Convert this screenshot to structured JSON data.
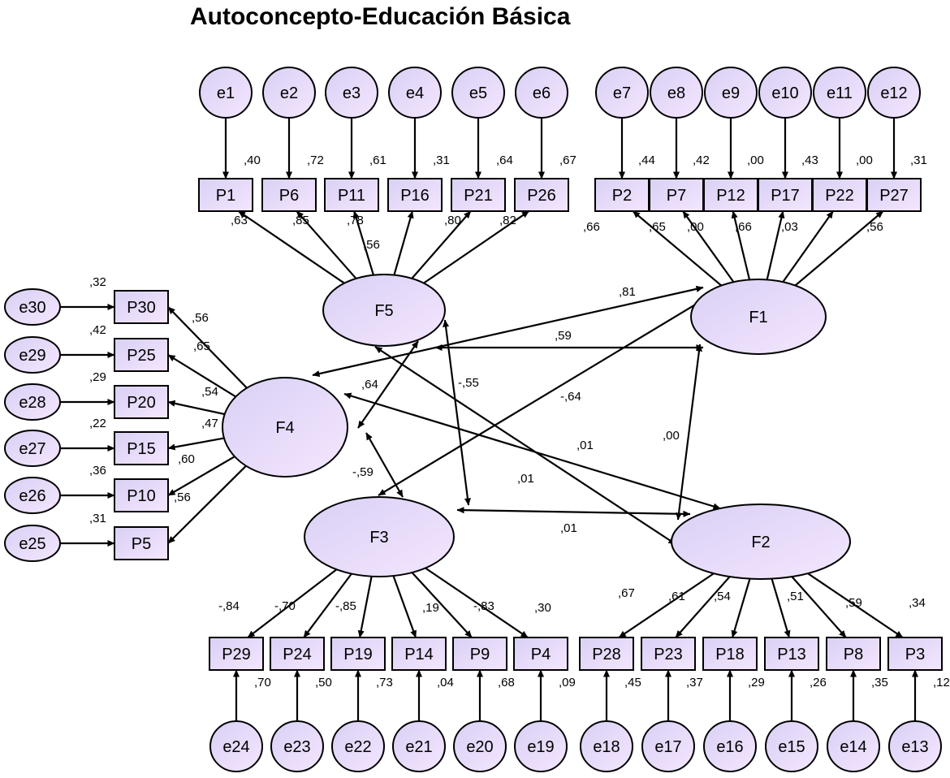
{
  "title": "Autoconcepto-Educación Básica",
  "colors": {
    "node_light": "#f4e6ff",
    "node_dark": "#d9d0f4",
    "stroke": "#000000"
  },
  "factors": [
    "F1",
    "F2",
    "F3",
    "F4",
    "F5"
  ],
  "indicators": [
    {
      "id": "P1",
      "factor": "F5",
      "error": "e1",
      "loading": ",63",
      "r2": ",40"
    },
    {
      "id": "P6",
      "factor": "F5",
      "error": "e2",
      "loading": ",85",
      "r2": ",72"
    },
    {
      "id": "P11",
      "factor": "F5",
      "error": "e3",
      "loading": ",78",
      "r2": ",61"
    },
    {
      "id": "P16",
      "factor": "F5",
      "error": "e4",
      "loading": ",56",
      "r2": ",31"
    },
    {
      "id": "P21",
      "factor": "F5",
      "error": "e5",
      "loading": ",80",
      "r2": ",64"
    },
    {
      "id": "P26",
      "factor": "F5",
      "error": "e6",
      "loading": ",82",
      "r2": ",67"
    },
    {
      "id": "P2",
      "factor": "F1",
      "error": "e7",
      "loading": ",66",
      "r2": ",44"
    },
    {
      "id": "P7",
      "factor": "F1",
      "error": "e8",
      "loading": ",65",
      "r2": ",42"
    },
    {
      "id": "P12",
      "factor": "F1",
      "error": "e9",
      "loading": ",00",
      "r2": ",00"
    },
    {
      "id": "P17",
      "factor": "F1",
      "error": "e10",
      "loading": ",66",
      "r2": ",43"
    },
    {
      "id": "P22",
      "factor": "F1",
      "error": "e11",
      "loading": ",03",
      "r2": ",00"
    },
    {
      "id": "P27",
      "factor": "F1",
      "error": "e12",
      "loading": ",56",
      "r2": ",31"
    },
    {
      "id": "P30",
      "factor": "F4",
      "error": "e30",
      "loading": ",56",
      "r2": ",32"
    },
    {
      "id": "P25",
      "factor": "F4",
      "error": "e29",
      "loading": ",65",
      "r2": ",42"
    },
    {
      "id": "P20",
      "factor": "F4",
      "error": "e28",
      "loading": ",54",
      "r2": ",29"
    },
    {
      "id": "P15",
      "factor": "F4",
      "error": "e27",
      "loading": ",47",
      "r2": ",22"
    },
    {
      "id": "P10",
      "factor": "F4",
      "error": "e26",
      "loading": ",60",
      "r2": ",36"
    },
    {
      "id": "P5",
      "factor": "F4",
      "error": "e25",
      "loading": ",56",
      "r2": ",31"
    },
    {
      "id": "P29",
      "factor": "F3",
      "error": "e24",
      "loading": "-,84",
      "r2": ",70"
    },
    {
      "id": "P24",
      "factor": "F3",
      "error": "e23",
      "loading": "-,70",
      "r2": ",50"
    },
    {
      "id": "P19",
      "factor": "F3",
      "error": "e22",
      "loading": "-,85",
      "r2": ",73"
    },
    {
      "id": "P14",
      "factor": "F3",
      "error": "e21",
      "loading": ",19",
      "r2": ",04"
    },
    {
      "id": "P9",
      "factor": "F3",
      "error": "e20",
      "loading": "-,83",
      "r2": ",68"
    },
    {
      "id": "P4",
      "factor": "F3",
      "error": "e19",
      "loading": ",30",
      "r2": ",09"
    },
    {
      "id": "P28",
      "factor": "F2",
      "error": "e18",
      "loading": ",67",
      "r2": ",45"
    },
    {
      "id": "P23",
      "factor": "F2",
      "error": "e17",
      "loading": ",61",
      "r2": ",37"
    },
    {
      "id": "P18",
      "factor": "F2",
      "error": "e16",
      "loading": ",54",
      "r2": ",29"
    },
    {
      "id": "P13",
      "factor": "F2",
      "error": "e15",
      "loading": ",51",
      "r2": ",26"
    },
    {
      "id": "P8",
      "factor": "F2",
      "error": "e14",
      "loading": ",59",
      "r2": ",35"
    },
    {
      "id": "P3",
      "factor": "F2",
      "error": "e13",
      "loading": ",34",
      "r2": ",12"
    }
  ],
  "covariances": [
    {
      "a": "F4",
      "b": "F1",
      "value": ",81"
    },
    {
      "a": "F5",
      "b": "F1",
      "value": ",59"
    },
    {
      "a": "F5",
      "b": "F4",
      "value": ",64"
    },
    {
      "a": "F5",
      "b": "F3",
      "value": "-,55"
    },
    {
      "a": "F3",
      "b": "F1",
      "value": "-,64"
    },
    {
      "a": "F1",
      "b": "F2",
      "value": ",00"
    },
    {
      "a": "F4",
      "b": "F2",
      "value": ",01"
    },
    {
      "a": "F5",
      "b": "F2",
      "value": ",01"
    },
    {
      "a": "F3",
      "b": "F2",
      "value": ",01"
    },
    {
      "a": "F4",
      "b": "F3",
      "value": "-,59"
    }
  ]
}
